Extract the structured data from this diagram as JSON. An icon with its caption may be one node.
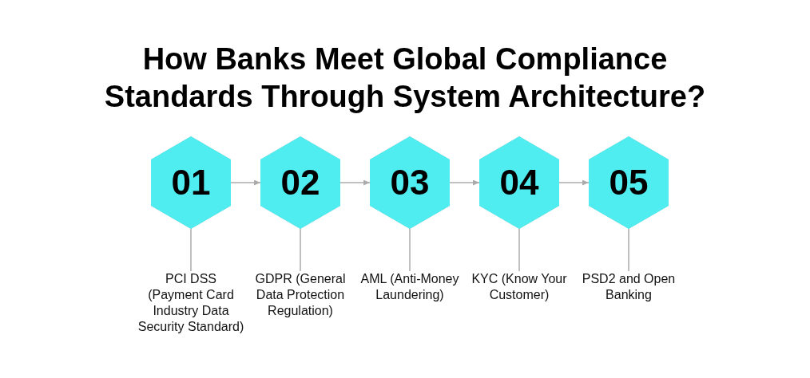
{
  "diagram": {
    "title": "How Banks Meet Global Compliance Standards Through System Architecture?",
    "nodes": [
      {
        "text": [
          "01"
        ]
      },
      {
        "text": [
          "02"
        ]
      },
      {
        "text": [
          "03"
        ]
      },
      {
        "text": [
          "04"
        ]
      },
      {
        "text": [
          "05"
        ]
      },
      {
        "text": [
          "PCI DSS (Payment Card Industry Data Security Standard)"
        ]
      },
      {
        "text": [
          "GDPR (General Data Protection Regulation)"
        ]
      },
      {
        "text": [
          "AML (Anti-Money Laundering)"
        ]
      },
      {
        "text": [
          "KYC (Know Your Customer)"
        ]
      },
      {
        "text": [
          "PSD2 and Open Banking"
        ]
      }
    ],
    "edges": [
      {
        "from": 0,
        "to": 1,
        "arrow": "to"
      },
      {
        "from": 1,
        "to": 2,
        "arrow": "to"
      },
      {
        "from": 2,
        "to": 3,
        "arrow": "to"
      },
      {
        "from": 3,
        "to": 4,
        "arrow": "to"
      },
      {
        "from": 0,
        "to": 5,
        "arrow": "none"
      },
      {
        "from": 1,
        "to": 6,
        "arrow": "none"
      },
      {
        "from": 2,
        "to": 7,
        "arrow": "none"
      },
      {
        "from": 3,
        "to": 8,
        "arrow": "none"
      },
      {
        "from": 4,
        "to": 9,
        "arrow": "none"
      }
    ]
  }
}
